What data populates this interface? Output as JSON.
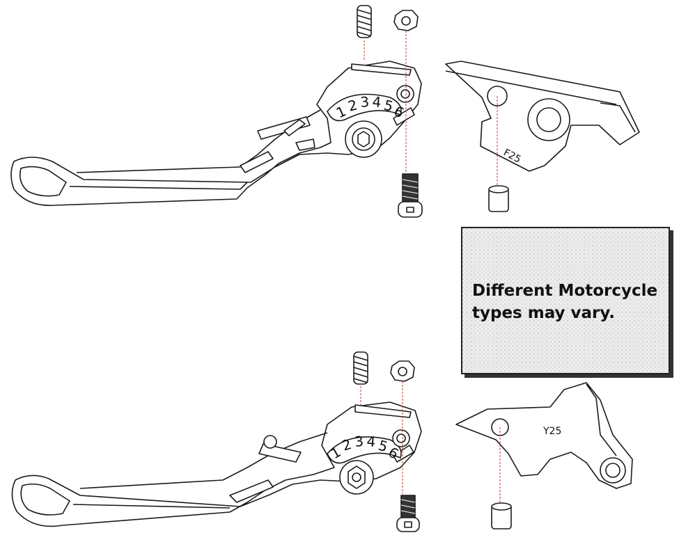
{
  "note": {
    "line1": "Different Motorcycle",
    "line2": "types may vary."
  },
  "top_assembly": {
    "adjuster_digits": [
      "1",
      "2",
      "3",
      "4",
      "5",
      "6"
    ],
    "bracket_label": "F25"
  },
  "bottom_assembly": {
    "adjuster_digits": [
      "1",
      "2",
      "3",
      "4",
      "5",
      "6"
    ],
    "bracket_label": "Y25"
  },
  "colors": {
    "outline": "#1a1a1a",
    "guide_line": "#c0392b",
    "box_shadow": "#333333"
  }
}
